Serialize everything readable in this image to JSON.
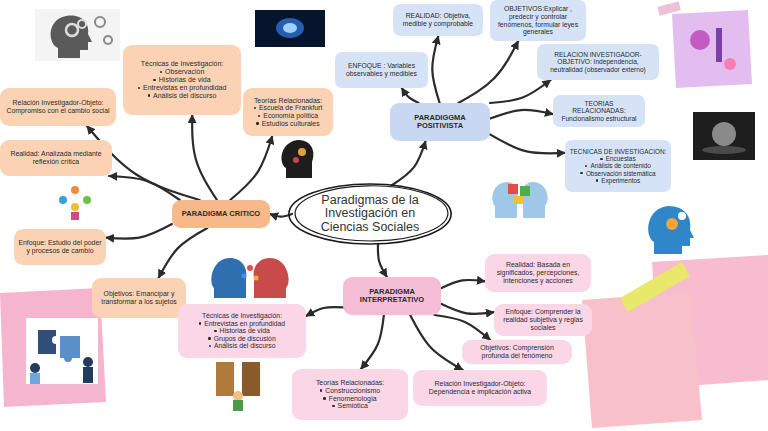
{
  "diagram": {
    "nodes": [
      {
        "text": [
          "Paradigmas de la Investigación en Ciencias Sociales"
        ]
      },
      {
        "text": [
          "PARADIGGMA POSITIVISTA"
        ]
      },
      {
        "text": [
          "REALIDAD: Objetiva, medible y comprobable"
        ]
      },
      {
        "text": [
          "OBJETIVOS:Explicar , predecir y controlar fenómenos, formular leyes generales"
        ]
      },
      {
        "text": [
          "ENFOQUE : Variables observables y medibles"
        ]
      },
      {
        "text": [
          "RELACION INVESTIGADOR-OBJETIVO: Independencia, neutralidad (observador externo)"
        ]
      },
      {
        "text": [
          "TEORIAS RELACIONADAS: Funcionalismo estructural"
        ]
      },
      {
        "text": [
          "TECNICAS DE INVESTIGACION:",
          "Encuestas",
          "Análisis de contenido",
          "Observación sistemática",
          "Experimentos"
        ]
      },
      {
        "text": [
          "PARADIGMA CRITICO"
        ]
      },
      {
        "text": [
          "Técnicas de Investigación:",
          "Observación",
          "Historias de vida",
          "Entrevistas en profundidad",
          "Análisis del discurso"
        ]
      },
      {
        "text": [
          "Teorías Relacionadas:",
          "Escuela de Frankfurt",
          "Economía política",
          "Estudios culturales"
        ]
      },
      {
        "text": [
          "Relación Investigador-Objeto: Compromiso con el cambio social"
        ]
      },
      {
        "text": [
          "Realidad: Analizada mediante reflexión crítica"
        ]
      },
      {
        "text": [
          "Enfoque: Estudio del poder y procesos de cambio"
        ]
      },
      {
        "text": [
          "Objetivos: Emancipar y transformar a los sujetos"
        ]
      },
      {
        "text": [
          "PARADIGMA INTERPRETATIVO"
        ]
      },
      {
        "text": [
          "Realidad: Basada en significados, percepciones, intenciones y acciones"
        ]
      },
      {
        "text": [
          "Enfoque: Comprender la realidad subjetiva y reglas sociales"
        ]
      },
      {
        "text": [
          "Objetivos: Comprensión profunda del fenómeno"
        ]
      },
      {
        "text": [
          "Relación Investigador-Objeto: Dependencia e implicación activa"
        ]
      },
      {
        "text": [
          "Teorías Relacionadas:",
          "Construccionismo",
          "Fenomenología",
          "Semiótica"
        ]
      },
      {
        "text": [
          "Técnicas de Investigación:",
          "Entrevistas en profundidad",
          "Historias de vida",
          "Grupos de discusión",
          "Análisis del discurso"
        ]
      }
    ],
    "edges": [
      {
        "from": 0,
        "to": 1,
        "arrow": "to"
      },
      {
        "from": 0,
        "to": 8,
        "arrow": "to"
      },
      {
        "from": 0,
        "to": 15,
        "arrow": "to"
      },
      {
        "from": 1,
        "to": 2,
        "arrow": "to"
      },
      {
        "from": 1,
        "to": 3,
        "arrow": "to"
      },
      {
        "from": 1,
        "to": 4,
        "arrow": "to"
      },
      {
        "from": 1,
        "to": 5,
        "arrow": "to"
      },
      {
        "from": 1,
        "to": 6,
        "arrow": "to"
      },
      {
        "from": 1,
        "to": 7,
        "arrow": "to"
      },
      {
        "from": 8,
        "to": 9,
        "arrow": "to"
      },
      {
        "from": 8,
        "to": 10,
        "arrow": "to"
      },
      {
        "from": 8,
        "to": 11,
        "arrow": "to"
      },
      {
        "from": 8,
        "to": 12,
        "arrow": "to"
      },
      {
        "from": 8,
        "to": 13,
        "arrow": "to"
      },
      {
        "from": 8,
        "to": 14,
        "arrow": "to"
      },
      {
        "from": 15,
        "to": 16,
        "arrow": "to"
      },
      {
        "from": 15,
        "to": 17,
        "arrow": "to"
      },
      {
        "from": 15,
        "to": 18,
        "arrow": "to"
      },
      {
        "from": 15,
        "to": 19,
        "arrow": "to"
      },
      {
        "from": 15,
        "to": 20,
        "arrow": "to"
      },
      {
        "from": 15,
        "to": 21,
        "arrow": "to"
      }
    ]
  }
}
